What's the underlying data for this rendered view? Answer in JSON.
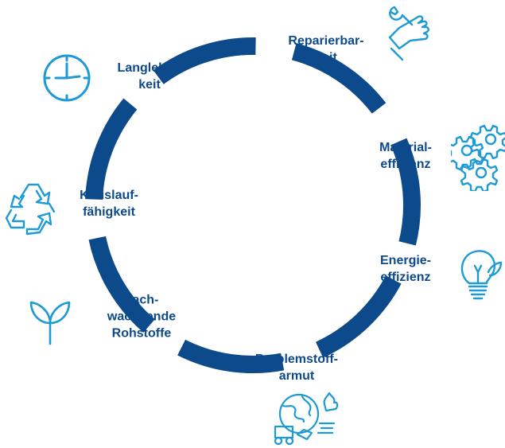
{
  "colors": {
    "ring": "#0d4a8b",
    "label": "#0d4a8b",
    "icon": "#1e9ad6"
  },
  "segments": [
    {
      "name": "reparierbarkeit",
      "label": "Reparier­bar-\nkeit",
      "icon": "wrench-hand-icon"
    },
    {
      "name": "materialeffizienz",
      "label": "Material-\neffizienz",
      "icon": "gears-icon"
    },
    {
      "name": "energieeffizienz",
      "label": "Energie-\neffizienz",
      "icon": "lightbulb-leaf-icon"
    },
    {
      "name": "problemstoffarmut",
      "label": "Problemstoff-\narmut",
      "icon": "globe-pollution-icon"
    },
    {
      "name": "nachwachsende-rohstoffe",
      "label": "nach-\nwachsende\nRohstoffe",
      "icon": "sprout-icon"
    },
    {
      "name": "kreislauffaehigkeit",
      "label": "Kreislauf-\nfähigkeit",
      "icon": "recycle-icon"
    },
    {
      "name": "langlebigkeit",
      "label": "Langlebig-\nkeit",
      "icon": "clock-icon"
    }
  ]
}
